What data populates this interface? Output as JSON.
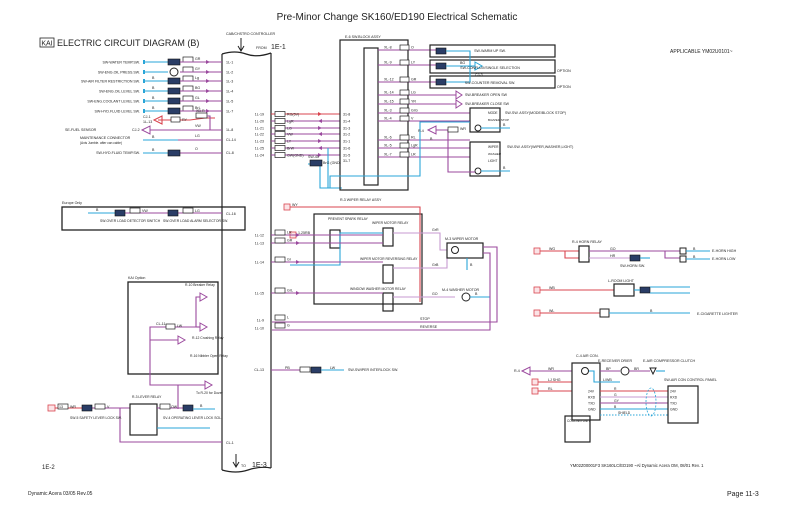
{
  "title": "Pre-Minor Change SK160/ED190 Electrical Schematic",
  "header": {
    "badge": "KAI",
    "diagram_title": "ELECTRIC CIRCUIT DIAGRAM (B)",
    "applicable": "APPLICABLE YM02U0101~"
  },
  "controller": {
    "name": "CAB/CHSTRO CONTROLLER",
    "from_label": "FROM",
    "from_ref": "1E-1",
    "to_label": "TO",
    "to_ref": "1E-3"
  },
  "left_inputs": [
    {
      "label": "SW-WATER TEMP.SW.",
      "wire": "GR",
      "pin": "1L-1"
    },
    {
      "label": "SW-ENG.OIL PRESS.SW.",
      "wire": "GY",
      "pin": "1L-2"
    },
    {
      "label": "SW-AIR FILTER RESTRICTION SW.",
      "wire": "Lg",
      "pin": "1L-3",
      "ground": "B"
    },
    {
      "label": "SW-ENG.OIL LEVEL SW.",
      "wire": "BG",
      "pin": "1L-4",
      "ground": "B"
    },
    {
      "label": "SW-ENG.COOLANT LEVEL SW.",
      "wire": "GL",
      "pin": "1L-5",
      "ground": "B"
    },
    {
      "label": "SW-HYD.FLUID LEVEL SW.",
      "wire": "BrL",
      "pin": "1L-7",
      "ground": "B"
    }
  ],
  "fuel": {
    "cj1": "CJ-1",
    "cj1_pin": "1L-13",
    "wire_red": "RY",
    "relay": "XB-R",
    "sensor": "SE-FUEL SENSOR",
    "cj2": "CJ-2",
    "wire": "VW",
    "pin": "1L-8"
  },
  "maintenance": {
    "label": "MAINTENANCE CONNECTOR",
    "sub": "(Axis Jumble. after can cable)",
    "ground": "B",
    "wire": "LG",
    "pin": "CL-14"
  },
  "hyd_temp": {
    "label": "SW-HYD.FLUID TEMP.SW.",
    "ground": "B",
    "wire": "O",
    "pin": "CL-8"
  },
  "mid_pins": [
    {
      "pin": "1L-19",
      "wire": "RG(5V)",
      "relay_pin": "31-8"
    },
    {
      "pin": "1L-20",
      "wire": "LgR",
      "relay_pin": "31-4"
    },
    {
      "pin": "1L-21",
      "wire": "LG",
      "relay_pin": "31-3"
    },
    {
      "pin": "1L-22",
      "wire": "VW",
      "relay_pin": "31-2"
    },
    {
      "pin": "1L-23",
      "wire": "LY",
      "relay_pin": "31-1"
    },
    {
      "pin": "1L-25",
      "wire": "BrW",
      "relay_pin": "31-6"
    },
    {
      "pin": "1L-24",
      "wire": "GW(GND)",
      "relay_pin": "31-5"
    }
  ],
  "sw_block": {
    "title": "E-6 SW.BLOCK ASSY",
    "sub_label": "SW-45",
    "sub_wire": "BrG (GND)",
    "sub_pin": "31-7"
  },
  "block_pins": [
    {
      "pin": "XL-8",
      "wire": "O"
    },
    {
      "pin": "XL-9",
      "wire": "LY"
    },
    {
      "pin": "XL-12",
      "wire": "GR"
    },
    {
      "pin": "XL-14",
      "wire": "LG"
    },
    {
      "pin": "XL-15",
      "wire": "YR"
    },
    {
      "pin": "XL-3",
      "wire": "GrG"
    },
    {
      "pin": "XL-4",
      "wire": "V"
    },
    {
      "pin": "XL-6",
      "wire": "RL"
    },
    {
      "pin": "XL-5",
      "wire": "LgR"
    },
    {
      "pin": "XL-7",
      "wire": "LR"
    }
  ],
  "switches": {
    "warm_up": "SW-WARM UP SW.",
    "conflux": "SW-CONFLUX/SINGLE SELECTION",
    "conflux_wire": "BG",
    "cj3": "CJ-3",
    "counter": "SW-COUNTER REMOVAL SW.",
    "option": "OPTION",
    "breaker_open": "SW-BREAKER OPEN SW",
    "breaker_close": "SW-BREAKER CLOSE SW",
    "mode_assy": "SW-SW. ASSY(MODE/BLOCK STOP)",
    "mode": "MODE",
    "buzzer": "BUZZER STOP",
    "wiper_assy": "SW-SW. ASSY(WIPER,WASHER,LIGHT)",
    "wiper": "WIPER",
    "washer": "WASHER",
    "light": "LIGHT",
    "r4": "R-4",
    "r4_wire": "WR",
    "ground": "B"
  },
  "europe": {
    "title": "Europe Only",
    "ground": "B",
    "sw1": "SW-OVER LOAD DETECTOR SWITCH",
    "wire1": "VW",
    "sw2": "SW-OVER LOAD ALARM SELECTOR SW.",
    "wire2": "LG",
    "pin": "CL-16"
  },
  "kai_option": {
    "title": "KAI Option",
    "r1": "R-10 Breaker Relay",
    "r2": "R-12 Crushing Relay",
    "r3": "R-16 Nibbler Open Relay",
    "cl": "CL-11",
    "wire": "LW",
    "to": "To R-20 for Dozer"
  },
  "lock": {
    "fuse": "13",
    "wire1": "WR",
    "sw": "SW-5 SAFETY LEVER LOCK SW.",
    "wire2": "V",
    "relay": "R-3 LEVER RELAY",
    "wire3": "OW",
    "sol": "SV-4 OPERATING LEVER LOCK SOL.",
    "ground": "B",
    "pin": "CL-1"
  },
  "wiper_assy": {
    "title": "R-3 WIPER RELAY ASSY",
    "top_wire": "WY",
    "fuse_wire": "1.25RB",
    "prevent": "PREVENT SPARK RELAY",
    "motor_relay": "WIPER MOTOR RELAY",
    "rev_relay": "WIPER MOTOR REVERSING RELAY",
    "washer_relay": "WINDOW WASHER MOTOR RELAY",
    "wiper_motor": "M-3 WIPER MOTOR",
    "washer_motor": "M-4 WASHER MOTOR",
    "out1": "GrR",
    "out2": "GrB",
    "out3": "GO",
    "stop": "STOP",
    "reverse": "REVERSE",
    "ground": "B",
    "pins": [
      {
        "pin": "1L-12",
        "wire": "LR"
      },
      {
        "pin": "1L-13",
        "wire": "GR"
      },
      {
        "pin": "1L-14",
        "wire": "Gr"
      },
      {
        "pin": "1L-15",
        "wire": "GrL"
      },
      {
        "pin": "1L-9",
        "wire": "L"
      },
      {
        "pin": "1L-10",
        "wire": "G"
      }
    ]
  },
  "interlock": {
    "pin": "CL-13",
    "wire1": "PB",
    "wire2": "LW",
    "label": "SW-SWIPER INTERLOCK SW."
  },
  "horn": {
    "relay": "R-4 HORN RELAY",
    "wire_in": "WG",
    "wire1": "GO",
    "wire2": "HR",
    "sw": "SW-HORN SW.",
    "high": "E-HORN HIGH",
    "low": "E-HORN LOW",
    "ground": "B"
  },
  "room_light": {
    "label": "L-ROOM LIGHT",
    "wire": "WB"
  },
  "lighter": {
    "label": "E-CIGARETTE LIGHTER",
    "wire": "WL",
    "ground": "B"
  },
  "aircon": {
    "unit": "C-4 AIR CON.",
    "r4": "R-4",
    "wire_r4": "WR",
    "wire2": "LJ SHG",
    "wire3": "RL",
    "receiver": "E-RECEIVER DRIER",
    "wire_rx": "BP",
    "clutch": "E-AIR COMPRESSOR CLUTCH",
    "wire_cl": "BR",
    "ground_wire": "L/WB",
    "panel": "SW-AIR CON CONTROL PANEL",
    "terms": [
      "24V",
      "RXD",
      "TXD",
      "GND"
    ],
    "wires": [
      "R",
      "G",
      "GY",
      "B"
    ],
    "shield": "SHIELD",
    "cooling": "COOLING UNIT"
  },
  "footer": {
    "sheet": "1E-2",
    "doc_ref": "YM02Z00001F3  SK160LC/ED190   ~Al Dynamic Acera OM, 08/01  Rev. 1",
    "left": "Dynamic Acera 03/05 Rev.05",
    "page": "Page 11-3"
  },
  "colors": {
    "purple": "#9b4a9e",
    "cyan": "#2aa6d8",
    "red": "#d9454f"
  }
}
